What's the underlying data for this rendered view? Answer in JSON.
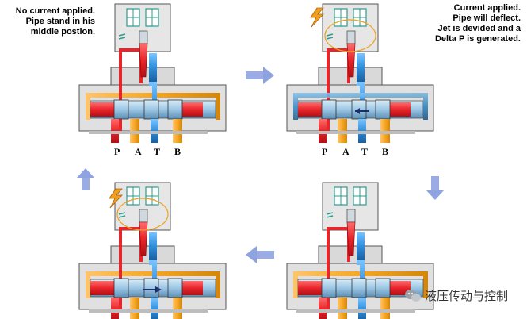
{
  "captions": {
    "top_left": "No current applied.\nPipe stand in his\nmiddle postion.",
    "top_right": "Current applied.\nPipe will deflect.\nJet is devided and a\nDelta P is generated."
  },
  "ports": [
    "P",
    "A",
    "T",
    "B"
  ],
  "watermark": "液压传动与控制",
  "colors": {
    "pressure": "#e8252a",
    "tank": "#2f8fdc",
    "flow_a": "#f5a623",
    "body": "#e6e6e6",
    "coil": "#2a9d8f",
    "arrow": "#8fa3e0",
    "lightning": "#f0a020"
  },
  "icons": [
    "lightning-icon",
    "flow-arrow-icon",
    "wechat-icon"
  ]
}
